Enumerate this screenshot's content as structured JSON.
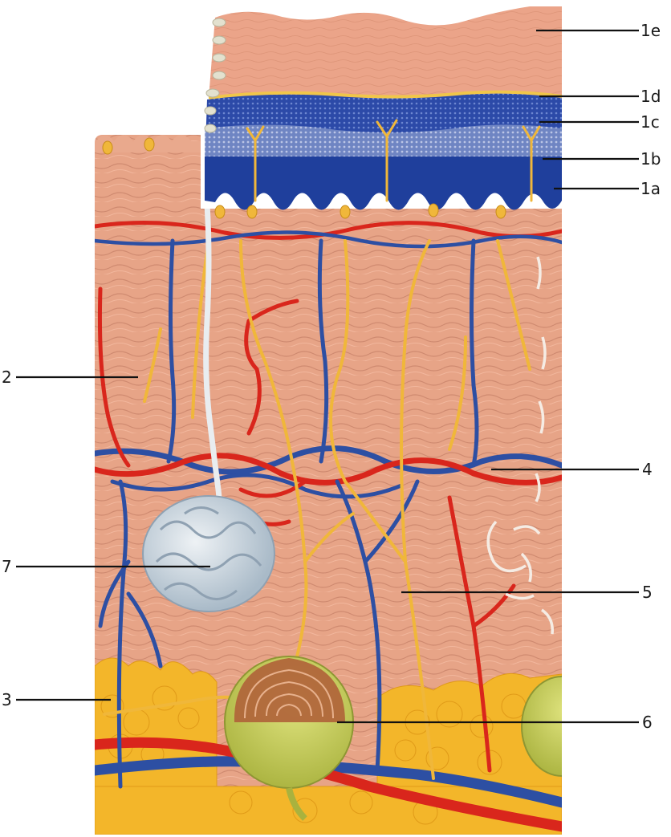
{
  "colors": {
    "dermis": "#e7a487",
    "dermis_texture": "#c9806a",
    "epidermis_top": "#eba489",
    "basal_blue": "#1f3f9c",
    "spinosum_blue": "#3a5bb8",
    "granular_line": "#f0c64a",
    "artery_red": "#d9261c",
    "vein_blue": "#2d4fa3",
    "nerve_yellow": "#f0b73a",
    "fat_yellow": "#f3b62a",
    "sweat_gland": "#c9d6df",
    "pacinian_green": "#c7cf5a",
    "pacinian_core": "#b0643a",
    "leader_line": "#111111"
  },
  "labels": {
    "l1e": "1e",
    "l1d": "1d",
    "l1c": "1c",
    "l1b": "1b",
    "l1a": "1a",
    "l2": "2",
    "l3": "3",
    "l4": "4",
    "l5": "5",
    "l6": "6",
    "l7": "7"
  }
}
